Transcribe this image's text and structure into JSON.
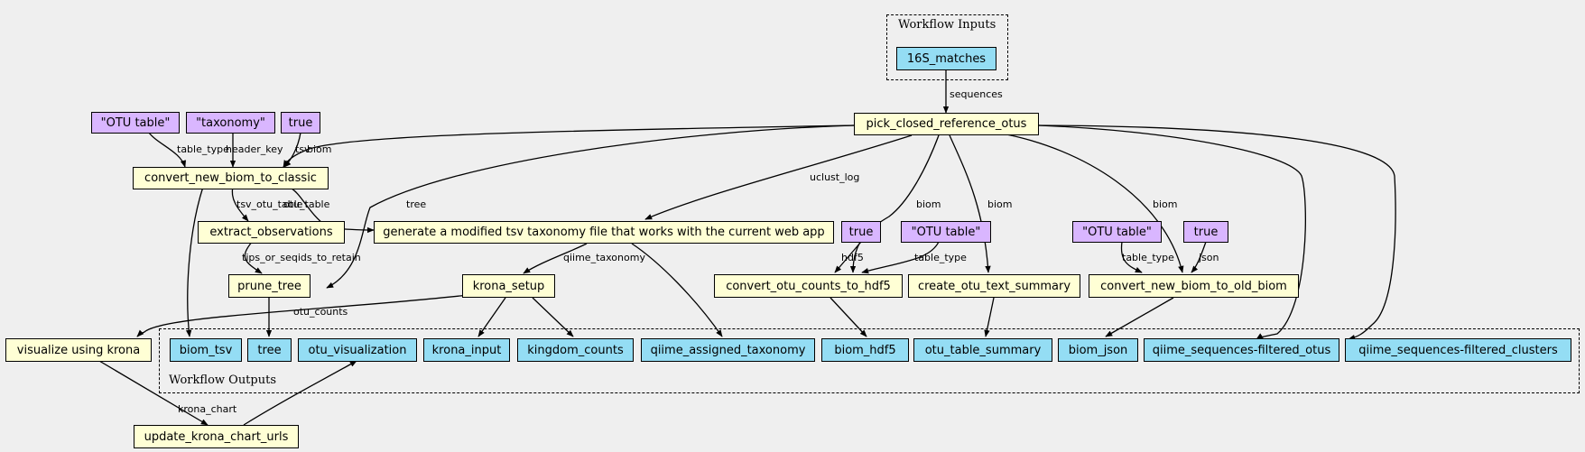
{
  "clusters": {
    "inputs": "Workflow Inputs",
    "outputs": "Workflow Outputs"
  },
  "nodes": {
    "input_16s": "16S_matches",
    "pick": "pick_closed_reference_otus",
    "p_otu_table_1": "\"OTU table\"",
    "p_taxonomy": "\"taxonomy\"",
    "p_true_1": "true",
    "convert_classic": "convert_new_biom_to_classic",
    "extract": "extract_observations",
    "generate": "generate a modified tsv taxonomy file that works with the current web app",
    "p_true_2": "true",
    "p_otu_table_2": "\"OTU table\"",
    "p_otu_table_3": "\"OTU table\"",
    "p_true_3": "true",
    "prune": "prune_tree",
    "krona_setup": "krona_setup",
    "hdf5": "convert_otu_counts_to_hdf5",
    "text_summary": "create_otu_text_summary",
    "old_biom": "convert_new_biom_to_old_biom",
    "visualize": "visualize using krona",
    "update": "update_krona_chart_urls",
    "out_biom_tsv": "biom_tsv",
    "out_tree": "tree",
    "out_otu_vis": "otu_visualization",
    "out_krona_input": "krona_input",
    "out_kingdom": "kingdom_counts",
    "out_qiime_tax": "qiime_assigned_taxonomy",
    "out_biom_hdf5": "biom_hdf5",
    "out_otu_summary": "otu_table_summary",
    "out_biom_json": "biom_json",
    "out_filtered_otus": "qiime_sequences-filtered_otus",
    "out_filtered_clusters": "qiime_sequences-filtered_clusters"
  },
  "edge_labels": {
    "sequences": "sequences",
    "table_type_1": "table_type",
    "header_key": "header_key",
    "tsv": "tsv",
    "biom_1": "biom",
    "tsv_otu_table": "tsv_otu_table",
    "otu_table": "otu_table",
    "tree": "tree",
    "uclust_log": "uclust_log",
    "biom_2": "biom",
    "biom_3": "biom",
    "biom_4": "biom",
    "hdf5": "hdf5",
    "table_type_2": "table_type",
    "table_type_3": "table_type",
    "json": "json",
    "tips": "tips_or_seqids_to_retain",
    "qiime_taxonomy": "qiime_taxonomy",
    "otu_counts": "otu_counts",
    "krona_chart": "krona_chart"
  },
  "colors": {
    "background": "#efefef",
    "step": "#ffffd5",
    "param": "#d9b6ff",
    "io": "#94ddf4"
  }
}
